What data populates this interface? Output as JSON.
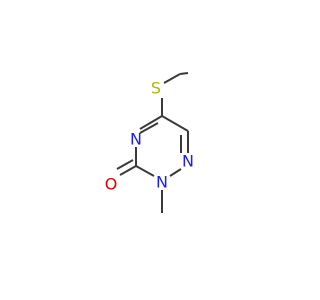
{
  "molecule": {
    "atoms": {
      "S": {
        "label": "S",
        "color": "#b5b500"
      },
      "N4": {
        "label": "N",
        "color": "#2020e0"
      },
      "N2": {
        "label": "N",
        "color": "#2020e0"
      },
      "N1": {
        "label": "N",
        "color": "#2020e0"
      },
      "O": {
        "label": "O",
        "color": "#e00000"
      }
    },
    "bond_color": "#3a3a3a"
  }
}
